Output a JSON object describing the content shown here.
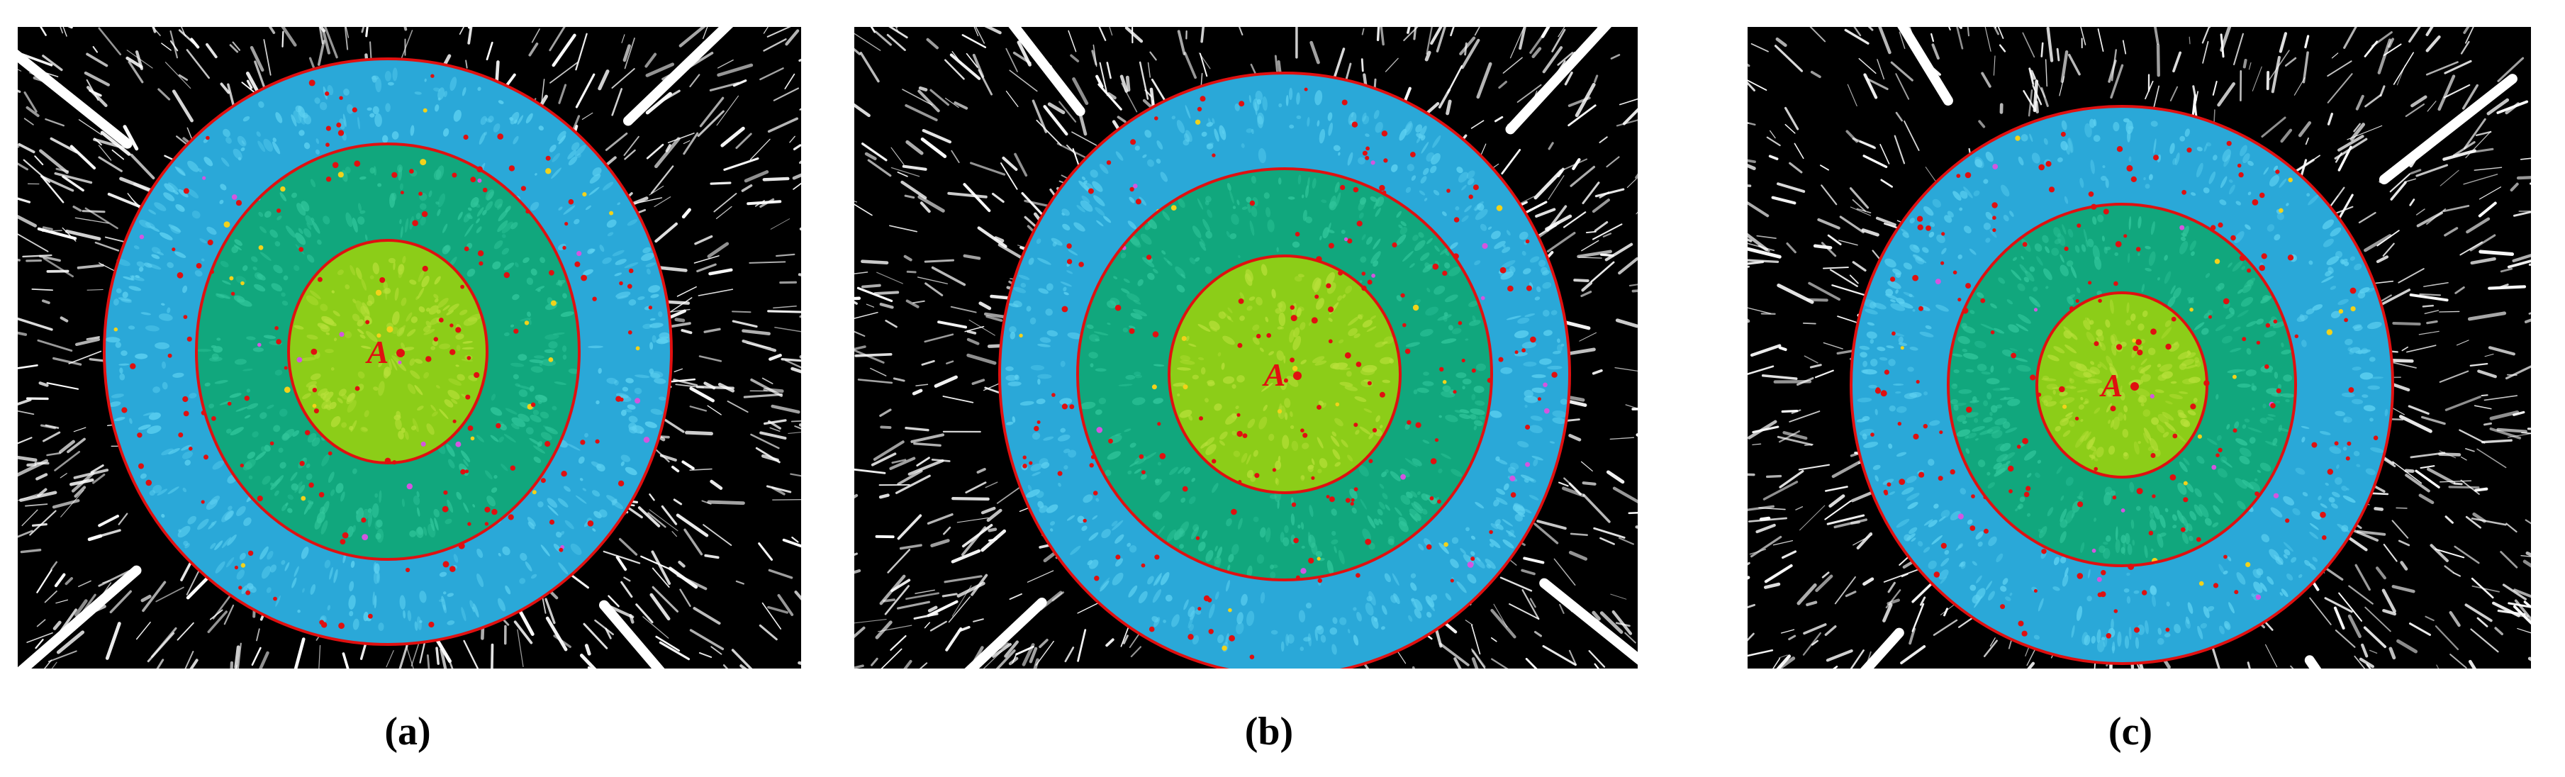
{
  "colors": {
    "background": "#000000",
    "fracture": "#ffffff",
    "outer_ring": "#2aa8d8",
    "outer_ring_light": "#5fd2f2",
    "middle_ring": "#11a77d",
    "middle_ring_light": "#32c79c",
    "inner_circle": "#8ccd18",
    "inner_circle_light": "#b8e03a",
    "boundary": "#e01010",
    "dots": [
      "#e01010",
      "#f2d21a",
      "#d455e0"
    ],
    "label": "#e01010"
  },
  "panels": [
    {
      "id": "a",
      "caption": "(a)",
      "center_label": "A"
    },
    {
      "id": "b",
      "caption": "(b)",
      "center_label": "A"
    },
    {
      "id": "c",
      "caption": "(c)",
      "center_label": "A"
    }
  ]
}
